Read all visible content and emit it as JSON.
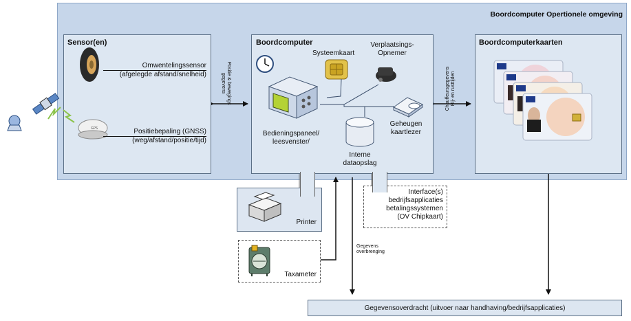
{
  "environment_title": "Boordcomputer Opertionele omgeving",
  "sensor": {
    "title": "Sensor(en)",
    "rotation_sensor": "Omwentelingssensor",
    "rotation_sensor_sub": "(afgelegde afstand/snelheid)",
    "position": "Positiebepaling (GNSS)",
    "position_sub": "(weg/afstand/positie/tijd)",
    "gps_badge": "GPS"
  },
  "link_sensor_computer": {
    "line1": "Positie & bewegings",
    "line2": "gegevens"
  },
  "computer": {
    "title": "Boordcomputer",
    "system_card": "Systeemkaart",
    "movement_line1": "Verplaatsings-",
    "movement_line2": "Opnemer",
    "panel_line1": "Bedieningspaneel/",
    "panel_line2": "leesvenster/",
    "memory_line1": "Geheugen",
    "memory_line2": "kaartlezer",
    "storage_line1": "Interne",
    "storage_line2": "dataopslag"
  },
  "link_computer_cards": {
    "line1": "Chauffeursgegevens",
    "line2": "Rij- en rusttijden"
  },
  "cards": {
    "title": "Boordcomputerkaarten"
  },
  "printer": {
    "label": "Printer"
  },
  "interface": {
    "line1": "Interface(s)",
    "line2": "bedrijfsapplicaties",
    "line3": "betalingssystemen",
    "line4": "(OV Chipkaart)"
  },
  "taxameter": {
    "label": "Taxameter"
  },
  "transfer_note": {
    "line1": "Gegevens",
    "line2": "overbrenging"
  },
  "output": {
    "label": "Gegevensoverdracht (uitvoer naar handhaving/bedrijfsapplicaties)"
  }
}
